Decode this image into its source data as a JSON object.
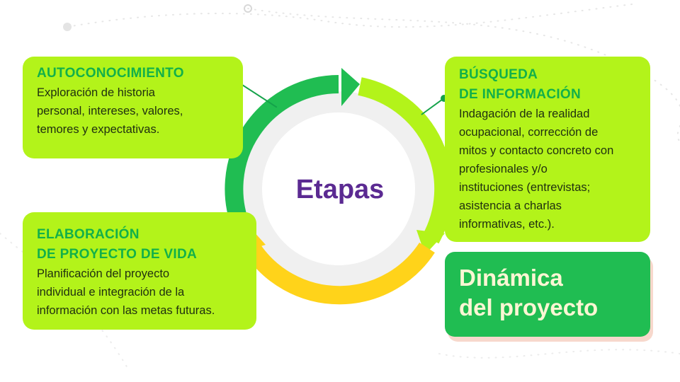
{
  "center_label": "Etapas",
  "autoconocimiento": {
    "title": "AUTOCONOCIMIENTO",
    "lines": [
      "Exploración de historia",
      "personal, intereses, valores,",
      "temores y expectativas."
    ]
  },
  "busqueda": {
    "title_lines": [
      "BÚSQUEDA",
      "DE INFORMACIÓN"
    ],
    "lines": [
      "Indagación de la realidad",
      "ocupacional, corrección de",
      "mitos y contacto concreto con",
      "profesionales y/o",
      "instituciones (entrevistas;",
      "asistencia a charlas",
      "informativas, etc.)."
    ]
  },
  "elaboracion": {
    "title_lines": [
      "ELABORACIÓN",
      "DE PROYECTO DE VIDA"
    ],
    "lines": [
      "Planificación del proyecto",
      "individual e integración de la",
      "información con las metas futuras."
    ]
  },
  "dinamica": {
    "lines": [
      "Dinámica",
      "del proyecto"
    ]
  },
  "colors": {
    "box_green": "#b3f31a",
    "title_green": "#12b04a",
    "arc_dark_green": "#20bd52",
    "arc_lime": "#b3f31a",
    "arc_yellow": "#ffd31a",
    "center_purple": "#5b2a92",
    "dinamica_bg": "#20bd52",
    "dinamica_text": "#fdf6d4"
  }
}
